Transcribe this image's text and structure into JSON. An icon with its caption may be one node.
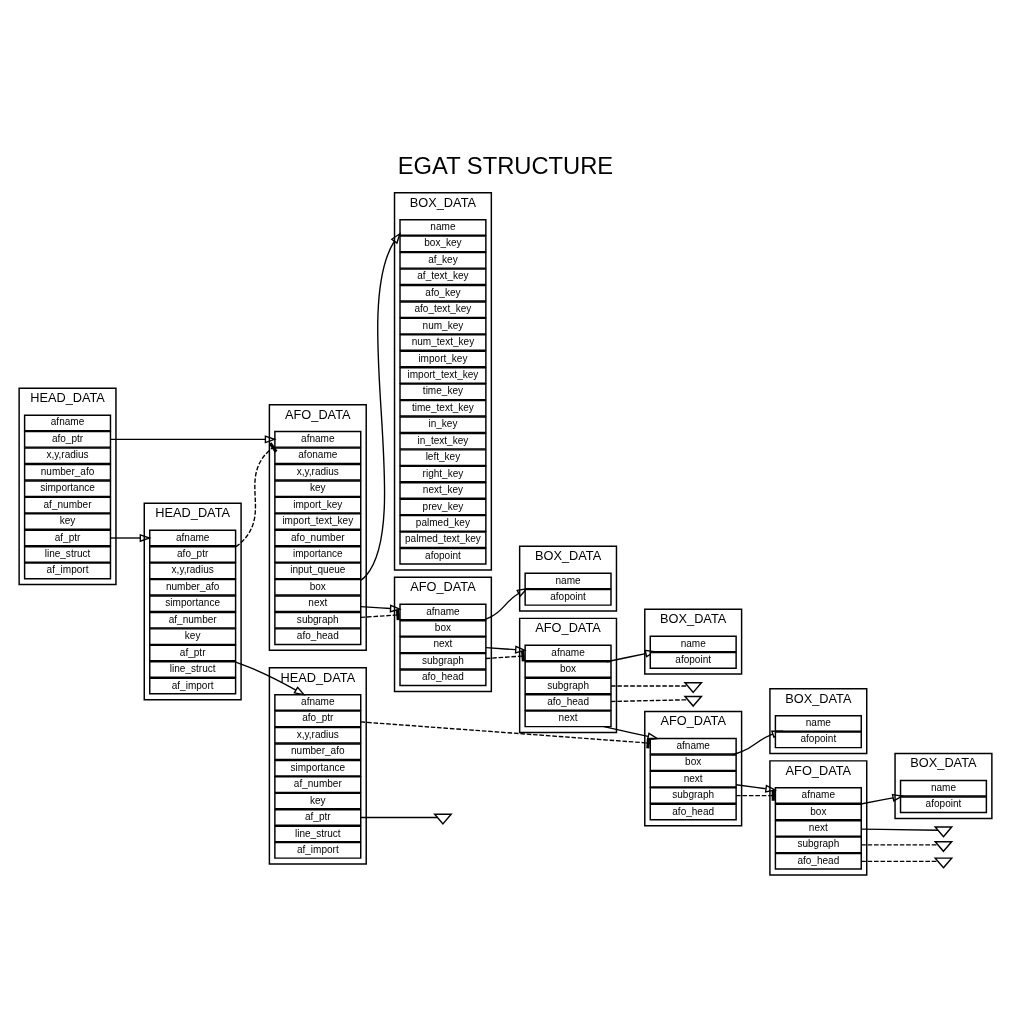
{
  "diagram": {
    "title": "EGAT STRUCTURE",
    "nodes": [
      {
        "text": [
          "HEAD_DATA"
        ]
      },
      {
        "text": [
          "afname"
        ],
        "in": 0
      },
      {
        "text": [
          "afo_ptr"
        ],
        "in": 0
      },
      {
        "text": [
          "x,y,radius"
        ],
        "in": 0
      },
      {
        "text": [
          "number_afo"
        ],
        "in": 0
      },
      {
        "text": [
          "simportance"
        ],
        "in": 0
      },
      {
        "text": [
          "af_number"
        ],
        "in": 0
      },
      {
        "text": [
          "key"
        ],
        "in": 0
      },
      {
        "text": [
          "af_ptr"
        ],
        "in": 0
      },
      {
        "text": [
          "line_struct"
        ],
        "in": 0
      },
      {
        "text": [
          "af_import"
        ],
        "in": 0
      },
      {
        "text": [
          "AFO_DATA"
        ]
      },
      {
        "text": [
          "afname"
        ],
        "in": 11
      },
      {
        "text": [
          "afoname"
        ],
        "in": 11
      },
      {
        "text": [
          "x,y,radius"
        ],
        "in": 11
      },
      {
        "text": [
          "key"
        ],
        "in": 11
      },
      {
        "text": [
          "import_key"
        ],
        "in": 11
      },
      {
        "text": [
          "import_text_key"
        ],
        "in": 11
      },
      {
        "text": [
          "afo_number"
        ],
        "in": 11
      },
      {
        "text": [
          "importance"
        ],
        "in": 11
      },
      {
        "text": [
          "input_queue"
        ],
        "in": 11
      },
      {
        "text": [
          "box"
        ],
        "in": 11
      },
      {
        "text": [
          "next"
        ],
        "in": 11
      },
      {
        "text": [
          "subgraph"
        ],
        "in": 11
      },
      {
        "text": [
          "afo_head"
        ],
        "in": 11
      },
      {
        "text": [
          "BOX_DATA"
        ]
      },
      {
        "text": [
          "name"
        ],
        "in": 25
      },
      {
        "text": [
          "box_key"
        ],
        "in": 25
      },
      {
        "text": [
          "af_key"
        ],
        "in": 25
      },
      {
        "text": [
          "af_text_key"
        ],
        "in": 25
      },
      {
        "text": [
          "afo_key"
        ],
        "in": 25
      },
      {
        "text": [
          "afo_text_key"
        ],
        "in": 25
      },
      {
        "text": [
          "num_key"
        ],
        "in": 25
      },
      {
        "text": [
          "num_text_key"
        ],
        "in": 25
      },
      {
        "text": [
          "import_key"
        ],
        "in": 25
      },
      {
        "text": [
          "import_text_key"
        ],
        "in": 25
      },
      {
        "text": [
          "time_key"
        ],
        "in": 25
      },
      {
        "text": [
          "time_text_key"
        ],
        "in": 25
      },
      {
        "text": [
          "in_key"
        ],
        "in": 25
      },
      {
        "text": [
          "in_text_key"
        ],
        "in": 25
      },
      {
        "text": [
          "left_key"
        ],
        "in": 25
      },
      {
        "text": [
          "right_key"
        ],
        "in": 25
      },
      {
        "text": [
          "next_key"
        ],
        "in": 25
      },
      {
        "text": [
          "prev_key"
        ],
        "in": 25
      },
      {
        "text": [
          "palmed_key"
        ],
        "in": 25
      },
      {
        "text": [
          "palmed_text_key"
        ],
        "in": 25
      },
      {
        "text": [
          "afopoint"
        ],
        "in": 25
      },
      {
        "text": [
          "HEAD_DATA"
        ]
      },
      {
        "text": [
          "afname"
        ],
        "in": 47
      },
      {
        "text": [
          "afo_ptr"
        ],
        "in": 47
      },
      {
        "text": [
          "x,y,radius"
        ],
        "in": 47
      },
      {
        "text": [
          "number_afo"
        ],
        "in": 47
      },
      {
        "text": [
          "simportance"
        ],
        "in": 47
      },
      {
        "text": [
          "af_number"
        ],
        "in": 47
      },
      {
        "text": [
          "key"
        ],
        "in": 47
      },
      {
        "text": [
          "af_ptr"
        ],
        "in": 47
      },
      {
        "text": [
          "line_struct"
        ],
        "in": 47
      },
      {
        "text": [
          "af_import"
        ],
        "in": 47
      },
      {
        "text": [
          "AFO_DATA"
        ]
      },
      {
        "text": [
          "afname"
        ],
        "in": 58
      },
      {
        "text": [
          "box"
        ],
        "in": 58
      },
      {
        "text": [
          "next"
        ],
        "in": 58
      },
      {
        "text": [
          "subgraph"
        ],
        "in": 58
      },
      {
        "text": [
          "afo_head"
        ],
        "in": 58
      },
      {
        "text": [
          "BOX_DATA"
        ]
      },
      {
        "text": [
          "name"
        ],
        "in": 64
      },
      {
        "text": [
          "afopoint"
        ],
        "in": 64
      },
      {
        "text": [
          "AFO_DATA"
        ]
      },
      {
        "text": [
          "afname"
        ],
        "in": 67
      },
      {
        "text": [
          "box"
        ],
        "in": 67
      },
      {
        "text": [
          "next"
        ],
        "in": 67
      },
      {
        "text": [
          "subgraph"
        ],
        "in": 67
      },
      {
        "text": [
          "afo_head"
        ],
        "in": 67
      },
      {
        "text": [
          "BOX_DATA"
        ]
      },
      {
        "text": [
          "name"
        ],
        "in": 73
      },
      {
        "text": [
          "afopoint"
        ],
        "in": 73
      },
      {
        "text": [
          "HEAD_DATA"
        ]
      },
      {
        "text": [
          "afname"
        ],
        "in": 76
      },
      {
        "text": [
          "afo_ptr"
        ],
        "in": 76
      },
      {
        "text": [
          "x,y,radius"
        ],
        "in": 76
      },
      {
        "text": [
          "number_afo"
        ],
        "in": 76
      },
      {
        "text": [
          "simportance"
        ],
        "in": 76
      },
      {
        "text": [
          "af_number"
        ],
        "in": 76
      },
      {
        "text": [
          "key"
        ],
        "in": 76
      },
      {
        "text": [
          "af_ptr"
        ],
        "in": 76
      },
      {
        "text": [
          "line_struct"
        ],
        "in": 76
      },
      {
        "text": [
          "af_import"
        ],
        "in": 76
      },
      {
        "text": [
          "AFO_DATA"
        ]
      },
      {
        "text": [
          "afname"
        ],
        "in": 87
      },
      {
        "text": [
          "box"
        ],
        "in": 87
      },
      {
        "text": [
          "next"
        ],
        "in": 87
      },
      {
        "text": [
          "subgraph"
        ],
        "in": 87
      },
      {
        "text": [
          "afo_head"
        ],
        "in": 87
      },
      {
        "text": [
          "BOX_DATA"
        ]
      },
      {
        "text": [
          "name"
        ],
        "in": 93
      },
      {
        "text": [
          "afopoint"
        ],
        "in": 93
      },
      {
        "text": [
          "AFO_DATA"
        ]
      },
      {
        "text": [
          "afname"
        ],
        "in": 96
      },
      {
        "text": [
          "box"
        ],
        "in": 96
      },
      {
        "text": [
          "next"
        ],
        "in": 96
      },
      {
        "text": [
          "subgraph"
        ],
        "in": 96
      },
      {
        "text": [
          "afo_head"
        ],
        "in": 96
      },
      {
        "text": [
          "BOX_DATA"
        ]
      },
      {
        "text": [
          "name"
        ],
        "in": 102
      },
      {
        "text": [
          "afopoint"
        ],
        "in": 102
      },
      {
        "text": [],
        "shape": "ground"
      },
      {
        "text": [],
        "shape": "ground"
      },
      {
        "text": [],
        "shape": "ground"
      },
      {
        "text": [],
        "shape": "ground"
      },
      {
        "text": [],
        "shape": "ground"
      },
      {
        "text": [],
        "shape": "ground"
      }
    ],
    "edges": [
      {
        "from": 2,
        "to": 12,
        "arrow": "to"
      },
      {
        "from": 8,
        "to": 48,
        "arrow": "to"
      },
      {
        "from": 49,
        "to": 12,
        "arrow": "other",
        "style": "dashed"
      },
      {
        "from": 21,
        "to": 26,
        "arrow": "to"
      },
      {
        "from": 22,
        "to": 59,
        "arrow": "to"
      },
      {
        "from": 23,
        "to": 59,
        "arrow": "other",
        "style": "dashed"
      },
      {
        "from": 55,
        "to": 77,
        "arrow": "to"
      },
      {
        "from": 78,
        "to": 88,
        "arrow": "other",
        "style": "dashed"
      },
      {
        "from": 84,
        "to": 105,
        "arrow": "none"
      },
      {
        "from": 60,
        "to": 65,
        "arrow": "to"
      },
      {
        "from": 61,
        "to": 68,
        "arrow": "to"
      },
      {
        "from": 62,
        "to": 68,
        "arrow": "other",
        "style": "dashed"
      },
      {
        "from": 69,
        "to": 74,
        "arrow": "to"
      },
      {
        "from": 70,
        "to": 88,
        "arrow": "to"
      },
      {
        "from": 71,
        "to": 107,
        "arrow": "none",
        "style": "dashed"
      },
      {
        "from": 72,
        "to": 108,
        "arrow": "none",
        "style": "dashed"
      },
      {
        "from": 89,
        "to": 94,
        "arrow": "to"
      },
      {
        "from": 90,
        "to": 97,
        "arrow": "to"
      },
      {
        "from": 91,
        "to": 97,
        "arrow": "other",
        "style": "dashed"
      },
      {
        "from": 98,
        "to": 103,
        "arrow": "to"
      },
      {
        "from": 99,
        "to": 106,
        "arrow": "none"
      },
      {
        "from": 100,
        "to": 109,
        "arrow": "none",
        "style": "dashed"
      },
      {
        "from": 101,
        "to": 110,
        "arrow": "none",
        "style": "dashed"
      }
    ]
  }
}
